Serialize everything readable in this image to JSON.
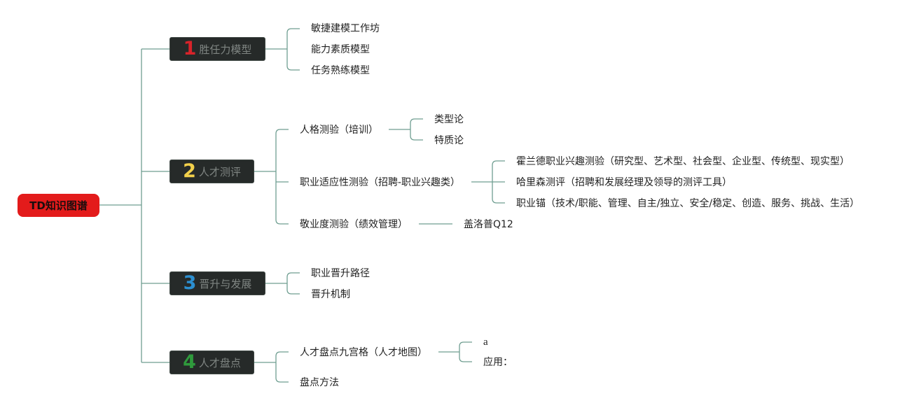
{
  "root": {
    "label": "TD知识图谱",
    "color": "#e31b1b"
  },
  "branches": [
    {
      "number": "1",
      "label": "胜任力模型",
      "number_color": "#d8232a",
      "children": [
        {
          "label": "敏捷建模工作坊"
        },
        {
          "label": "能力素质模型"
        },
        {
          "label": "任务熟练模型"
        }
      ]
    },
    {
      "number": "2",
      "label": "人才测评",
      "number_color": "#f2d04b",
      "children": [
        {
          "label": "人格测验（培训）",
          "children": [
            {
              "label": "类型论"
            },
            {
              "label": "特质论"
            }
          ]
        },
        {
          "label": "职业适应性测验（招聘-职业兴趣类）",
          "children": [
            {
              "label": "霍兰德职业兴趣测验（研究型、艺术型、社会型、企业型、传统型、现实型）"
            },
            {
              "label": "哈里森测评（招聘和发展经理及领导的测评工具）"
            },
            {
              "label": "职业锚（技术/职能、管理、自主/独立、安全/稳定、创造、服务、挑战、生活）"
            }
          ]
        },
        {
          "label": "敬业度测验（绩效管理）",
          "children": [
            {
              "label": "盖洛普Q12"
            }
          ]
        }
      ]
    },
    {
      "number": "3",
      "label": "晋升与发展",
      "number_color": "#2c8fd0",
      "children": [
        {
          "label": "职业晋升路径"
        },
        {
          "label": "晋升机制"
        }
      ]
    },
    {
      "number": "4",
      "label": "人才盘点",
      "number_color": "#2f9a3c",
      "children": [
        {
          "label": "人才盘点九宫格（人才地图）",
          "children": [
            {
              "label": "a"
            },
            {
              "label": "应用："
            }
          ]
        },
        {
          "label": "盘点方法"
        }
      ]
    }
  ],
  "connector_color": "#6f9e91",
  "branch_fill": "#262a29"
}
